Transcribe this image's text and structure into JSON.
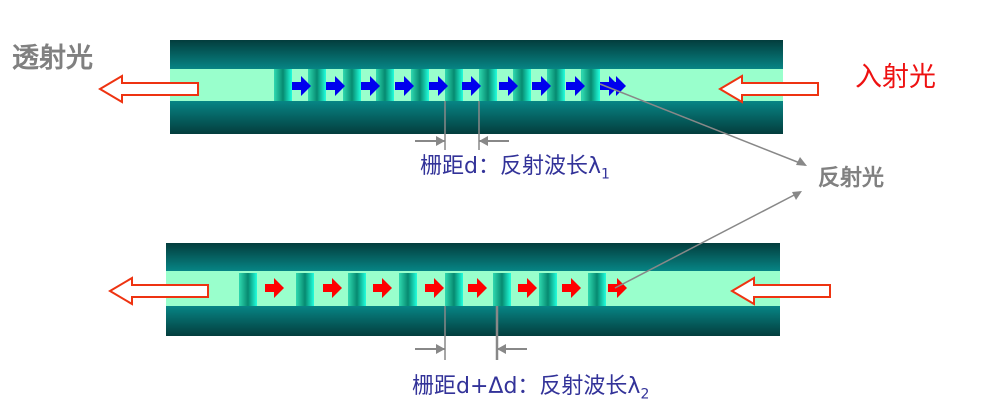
{
  "labels": {
    "transmitted": "透射光",
    "incident": "入射光",
    "reflected": "反射光",
    "top_caption": "栅距d：反射波长λ",
    "top_sub": "1",
    "bottom_caption": "栅距d+Δd：反射波长λ",
    "bottom_sub": "2"
  },
  "colors": {
    "cladding_dark": "#033d3d",
    "cladding_mid": "#078080",
    "core": "#99ffcc",
    "top_arrow": "#0000ee",
    "bottom_arrow": "#ff0000",
    "text": "#333399"
  }
}
